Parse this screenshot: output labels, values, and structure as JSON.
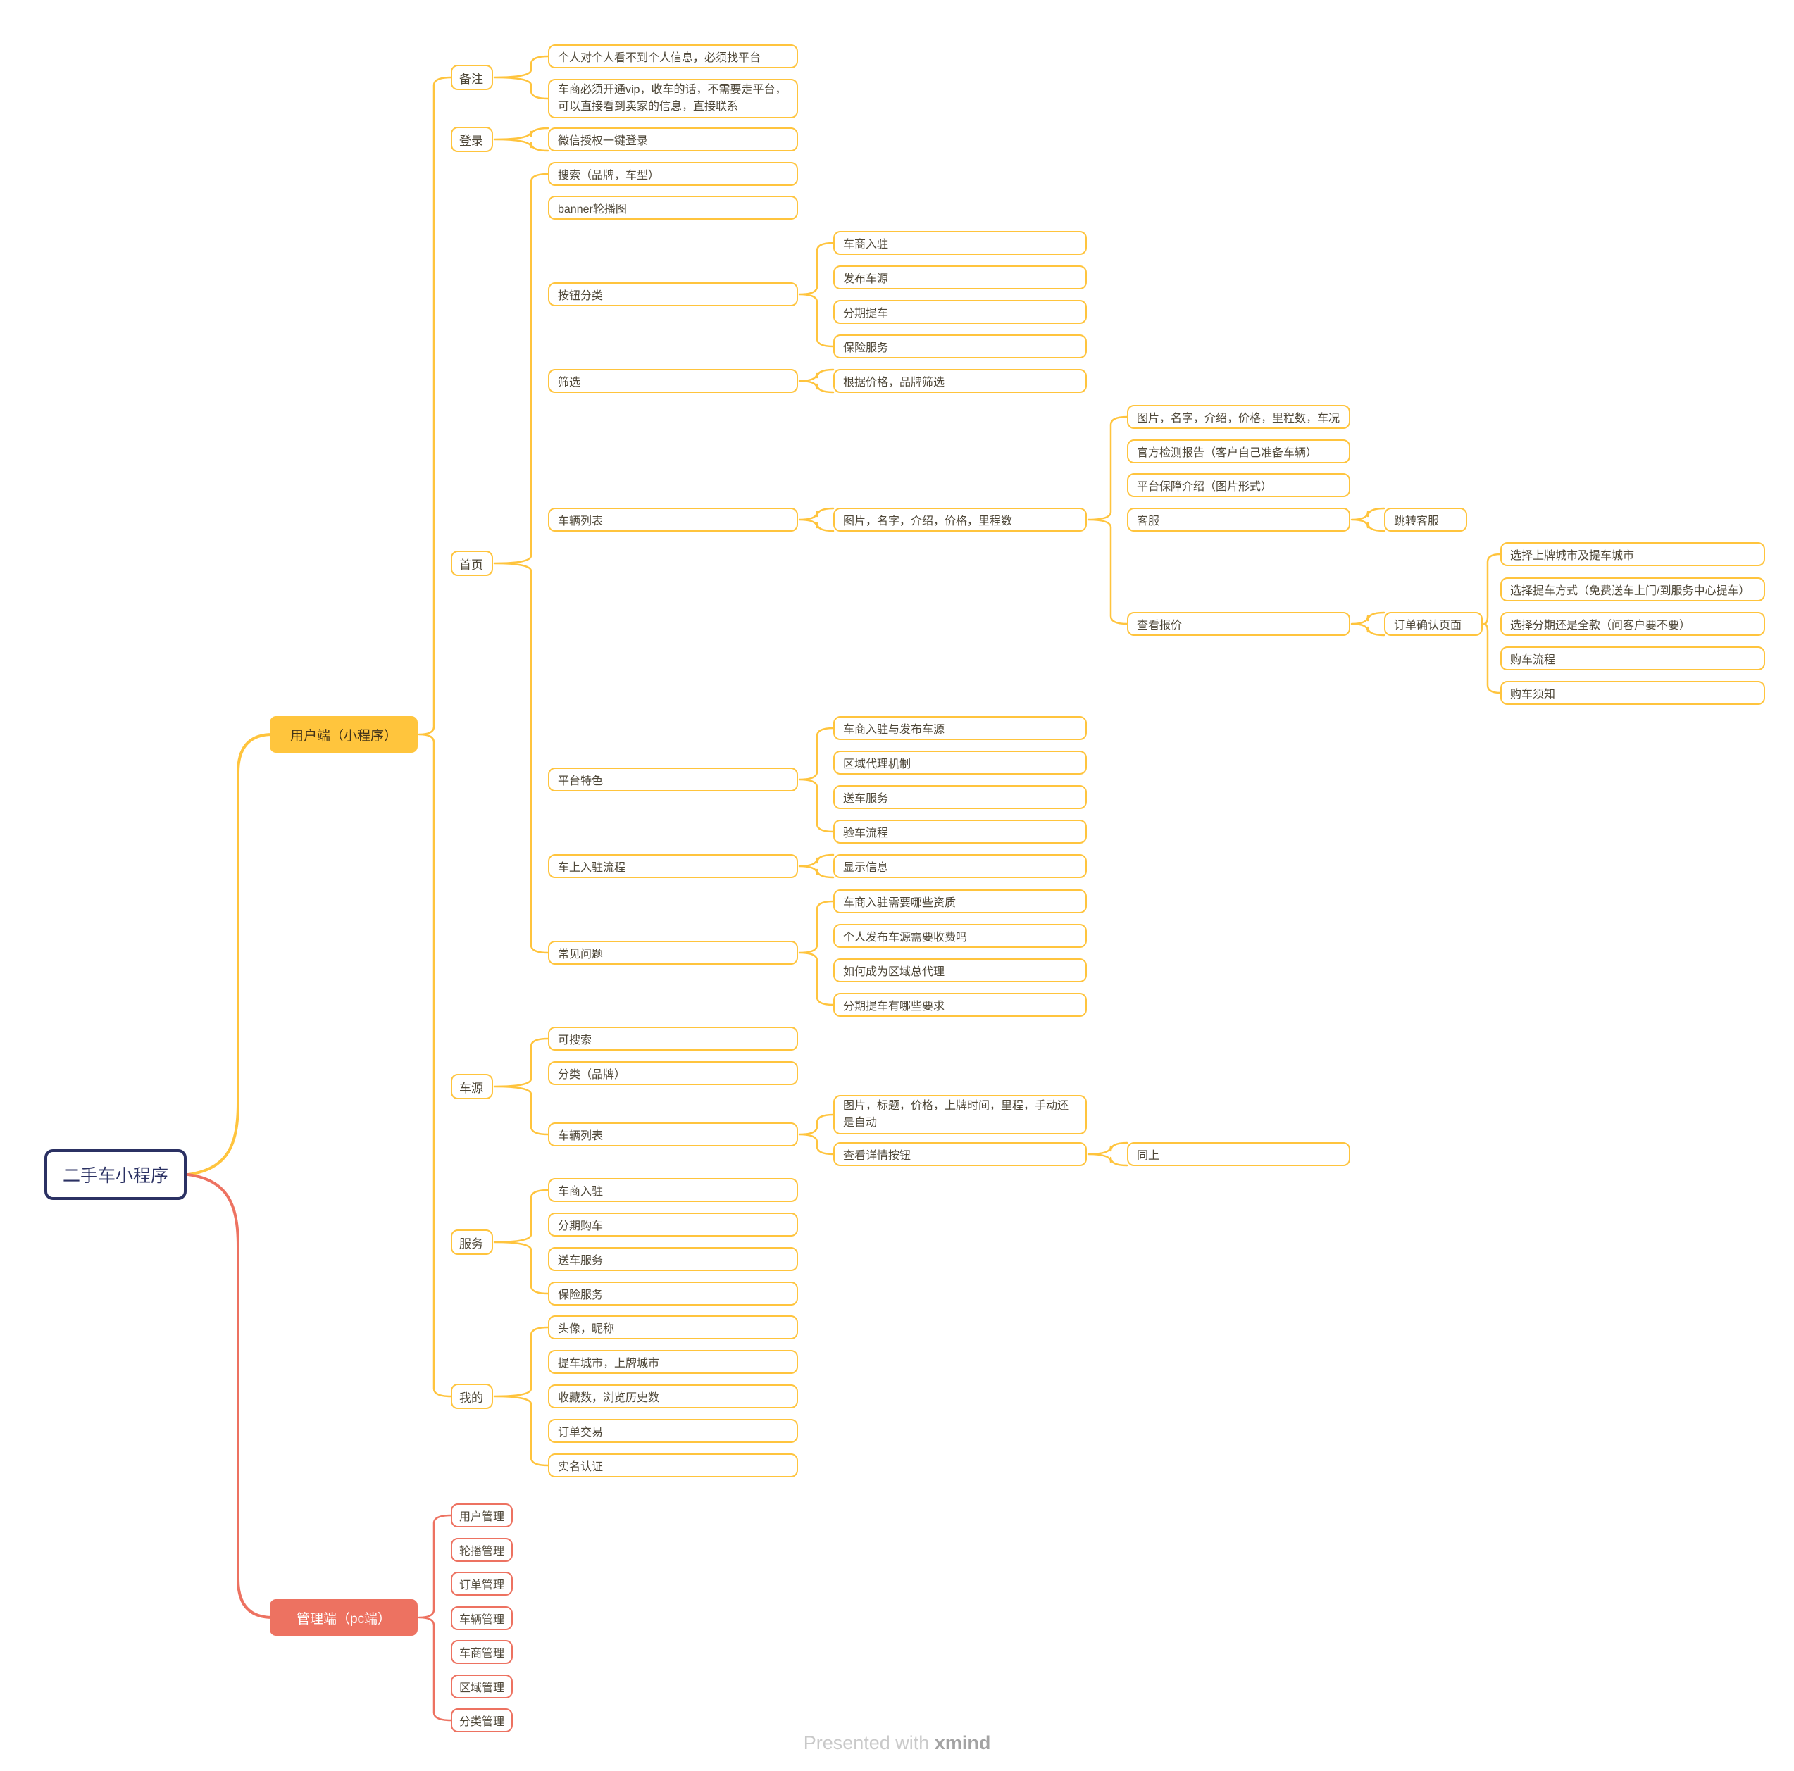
{
  "colors": {
    "yellow": "#FFC43D",
    "yellow_fill": "#FFC53D",
    "coral": "#ED7261",
    "navy": "#2B3163"
  },
  "footer": {
    "prefix": "Presented with ",
    "brand": "xmind"
  },
  "nodes": {
    "id": "root",
    "label": "二手车小程序",
    "children": [
      {
        "id": "user",
        "label": "用户端（小程序）",
        "children": [
          {
            "id": "beizhu",
            "label": "备注",
            "children": [
              {
                "id": "b1",
                "label": "个人对个人看不到个人信息，必须找平台"
              },
              {
                "id": "b2",
                "label": "车商必须开通vip，收车的话，不需要走平台，可以直接看到卖家的信息，直接联系"
              }
            ]
          },
          {
            "id": "denglu",
            "label": "登录",
            "children": [
              {
                "id": "d1",
                "label": "微信授权一键登录"
              }
            ]
          },
          {
            "id": "shouye",
            "label": "首页",
            "children": [
              {
                "id": "s1",
                "label": "搜索（品牌，车型）"
              },
              {
                "id": "s2",
                "label": "banner轮播图"
              },
              {
                "id": "s3",
                "label": "按钮分类",
                "children": [
                  {
                    "id": "s3a",
                    "label": "车商入驻"
                  },
                  {
                    "id": "s3b",
                    "label": "发布车源"
                  },
                  {
                    "id": "s3c",
                    "label": "分期提车"
                  },
                  {
                    "id": "s3d",
                    "label": "保险服务"
                  }
                ]
              },
              {
                "id": "s4",
                "label": "筛选",
                "children": [
                  {
                    "id": "s4a",
                    "label": "根据价格，品牌筛选"
                  }
                ]
              },
              {
                "id": "s5",
                "label": "车辆列表",
                "children": [
                  {
                    "id": "s5a",
                    "label": "图片，名字，介绍，价格，里程数",
                    "children": [
                      {
                        "id": "s5a1",
                        "label": "图片，名字，介绍，价格，里程数，车况"
                      },
                      {
                        "id": "s5a2",
                        "label": "官方检测报告（客户自己准备车辆）"
                      },
                      {
                        "id": "s5a3",
                        "label": "平台保障介绍（图片形式）"
                      },
                      {
                        "id": "s5a4",
                        "label": "客服",
                        "children": [
                          {
                            "id": "s5a4a",
                            "label": "跳转客服"
                          }
                        ]
                      },
                      {
                        "id": "s5a5",
                        "label": "查看报价",
                        "children": [
                          {
                            "id": "s5a5a",
                            "label": "订单确认页面",
                            "children": [
                              {
                                "id": "o1",
                                "label": "选择上牌城市及提车城市"
                              },
                              {
                                "id": "o2",
                                "label": "选择提车方式（免费送车上门/到服务中心提车）"
                              },
                              {
                                "id": "o3",
                                "label": "选择分期还是全款（问客户要不要）"
                              },
                              {
                                "id": "o4",
                                "label": "购车流程"
                              },
                              {
                                "id": "o5",
                                "label": "购车须知"
                              }
                            ]
                          }
                        ]
                      }
                    ]
                  }
                ]
              },
              {
                "id": "s6",
                "label": "平台特色",
                "children": [
                  {
                    "id": "s6a",
                    "label": "车商入驻与发布车源"
                  },
                  {
                    "id": "s6b",
                    "label": "区域代理机制"
                  },
                  {
                    "id": "s6c",
                    "label": "送车服务"
                  },
                  {
                    "id": "s6d",
                    "label": "验车流程"
                  }
                ]
              },
              {
                "id": "s7",
                "label": "车上入驻流程",
                "children": [
                  {
                    "id": "s7a",
                    "label": "显示信息"
                  }
                ]
              },
              {
                "id": "s8",
                "label": "常见问题",
                "children": [
                  {
                    "id": "s8a",
                    "label": "车商入驻需要哪些资质"
                  },
                  {
                    "id": "s8b",
                    "label": "个人发布车源需要收费吗"
                  },
                  {
                    "id": "s8c",
                    "label": "如何成为区域总代理"
                  },
                  {
                    "id": "s8d",
                    "label": "分期提车有哪些要求"
                  }
                ]
              }
            ]
          },
          {
            "id": "cheyuan",
            "label": "车源",
            "children": [
              {
                "id": "c1",
                "label": "可搜索"
              },
              {
                "id": "c2",
                "label": "分类（品牌）"
              },
              {
                "id": "c3",
                "label": "车辆列表",
                "children": [
                  {
                    "id": "c3a",
                    "label": "图片，标题，价格，上牌时间，里程，手动还是自动"
                  },
                  {
                    "id": "c3b",
                    "label": "查看详情按钮",
                    "children": [
                      {
                        "id": "c3b1",
                        "label": "同上"
                      }
                    ]
                  }
                ]
              }
            ]
          },
          {
            "id": "fuwu",
            "label": "服务",
            "children": [
              {
                "id": "f1",
                "label": "车商入驻"
              },
              {
                "id": "f2",
                "label": "分期购车"
              },
              {
                "id": "f3",
                "label": "送车服务"
              },
              {
                "id": "f4",
                "label": "保险服务"
              }
            ]
          },
          {
            "id": "wode",
            "label": "我的",
            "children": [
              {
                "id": "w1",
                "label": "头像，昵称"
              },
              {
                "id": "w2",
                "label": "提车城市，上牌城市"
              },
              {
                "id": "w3",
                "label": "收藏数，浏览历史数"
              },
              {
                "id": "w4",
                "label": "订单交易"
              },
              {
                "id": "w5",
                "label": "实名认证"
              }
            ]
          }
        ]
      },
      {
        "id": "admin",
        "label": "管理端（pc端）",
        "children": [
          {
            "id": "a1",
            "label": "用户管理"
          },
          {
            "id": "a2",
            "label": "轮播管理"
          },
          {
            "id": "a3",
            "label": "订单管理"
          },
          {
            "id": "a4",
            "label": "车辆管理"
          },
          {
            "id": "a5",
            "label": "车商管理"
          },
          {
            "id": "a6",
            "label": "区域管理"
          },
          {
            "id": "a7",
            "label": "分类管理"
          }
        ]
      }
    ]
  }
}
